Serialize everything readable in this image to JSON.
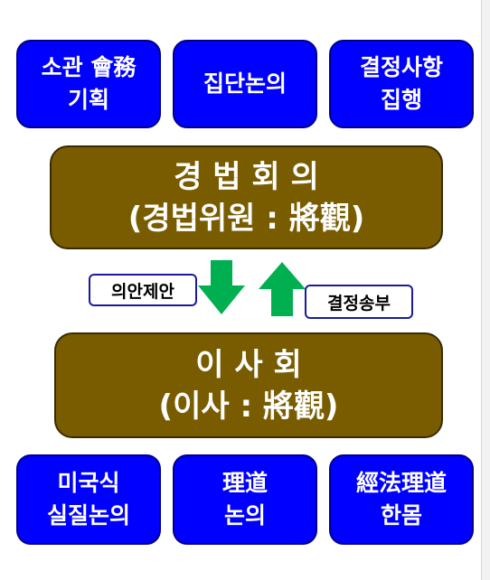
{
  "top_boxes": [
    {
      "lines": [
        "소관 會務",
        "기획"
      ]
    },
    {
      "lines": [
        "집단논의"
      ]
    },
    {
      "lines": [
        "결정사항",
        "집행"
      ]
    }
  ],
  "upper_body": {
    "line1": "경 법 회 의",
    "line2": "(경법위원  :  將觀)"
  },
  "propose_label": "의안제안",
  "send_label": "결정송부",
  "lower_body": {
    "line1": "이 사 회",
    "line2": "(이사  :  將觀)"
  },
  "bottom_boxes": [
    {
      "lines": [
        "미국식",
        "실질논의"
      ]
    },
    {
      "lines": [
        "理道",
        "논의"
      ]
    },
    {
      "lines": [
        "經法理道",
        "한몸"
      ]
    }
  ],
  "colors": {
    "box_blue": "#0000ff",
    "box_brown": "#7a5c00",
    "arrow_green": "#00b050"
  }
}
